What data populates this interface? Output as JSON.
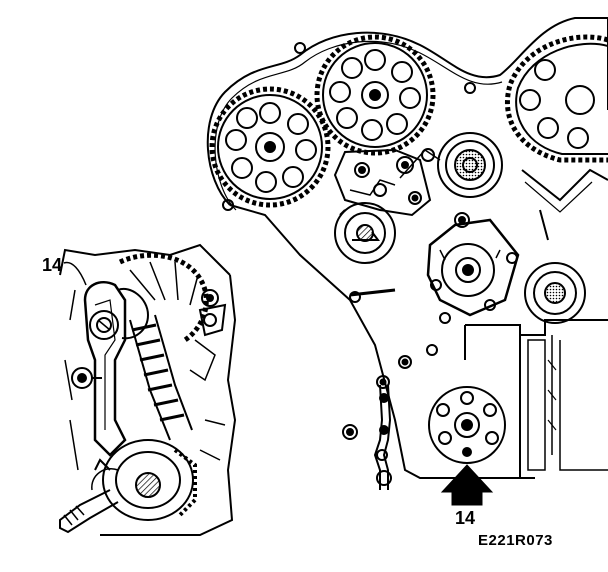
{
  "labels": {
    "callout_inset": "14",
    "callout_main": "14",
    "figure_code": "E221R073"
  },
  "colors": {
    "ink": "#000000",
    "paper": "#ffffff",
    "shade": "#777777"
  }
}
